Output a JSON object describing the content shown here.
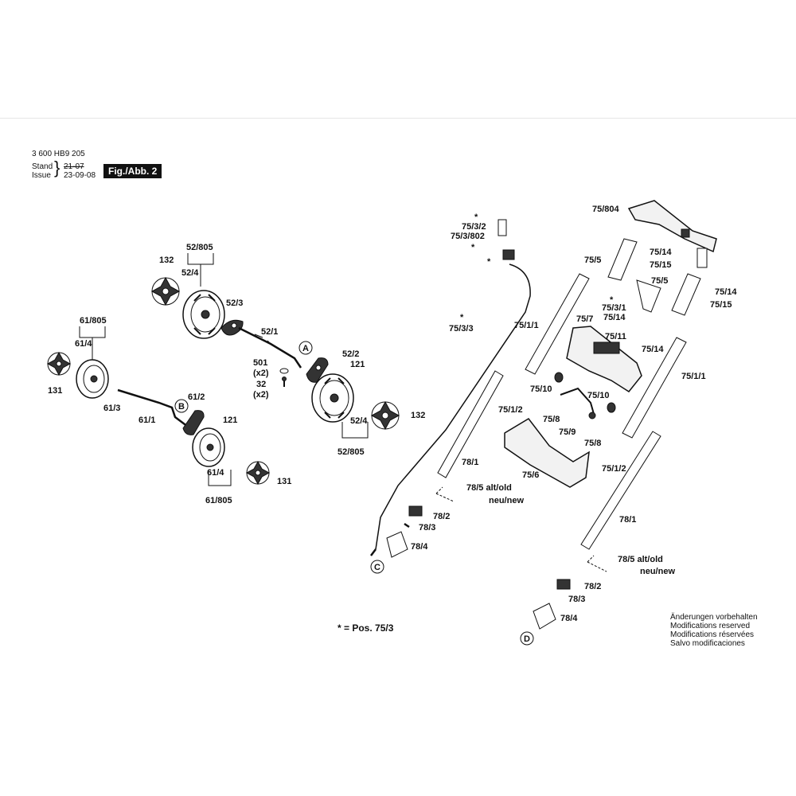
{
  "header": {
    "part_number": "3 600 HB9 205",
    "stand_label": "Stand",
    "issue_label": "Issue",
    "old_date": "21-07",
    "new_date": "23-09-08",
    "figure": "Fig./Abb. 2"
  },
  "labels": {
    "l132a": "132",
    "l52_805a": "52/805",
    "l52_4a": "52/4",
    "l52_3": "52/3",
    "l52_1": "52/1",
    "lA": "A",
    "l52_2": "52/2",
    "l121a": "121",
    "l501": "501",
    "lx2a": "(x2)",
    "l32": "32",
    "lx2b": "(x2)",
    "l52_4b": "52/4",
    "l132b": "132",
    "l52_805b": "52/805",
    "l61_805a": "61/805",
    "l61_4a": "61/4",
    "l131a": "131",
    "l61_3": "61/3",
    "l61_1": "61/1",
    "lB": "B",
    "l61_2": "61/2",
    "l121b": "121",
    "l61_4b": "61/4",
    "l131b": "131",
    "l61_805b": "61/805",
    "star1": "*",
    "l75_3_2": "75/3/2",
    "l75_3_802": "75/3/802",
    "star2": "*",
    "star3": "*",
    "l75_3_3": "75/3/3",
    "l75_1_1a": "75/1/1",
    "l75_1_2a": "75/1/2",
    "l78_1a": "78/1",
    "l78_5a": "78/5 alt/old",
    "l_neu_a": "neu/new",
    "l78_2a": "78/2",
    "l78_3a": "78/3",
    "l78_4a": "78/4",
    "lC": "C",
    "l75_804": "75/804",
    "l75_5a": "75/5",
    "l75_14a": "75/14",
    "l75_15a": "75/15",
    "l75_5b": "75/5",
    "l75_14b": "75/14",
    "l75_15b": "75/15",
    "star4": "*",
    "l75_3_1": "75/3/1",
    "l75_14c": "75/14",
    "l75_7": "75/7",
    "l75_11": "75/11",
    "l75_14d": "75/14",
    "l75_1_1b": "75/1/1",
    "l75_10a": "75/10",
    "l75_10b": "75/10",
    "l75_8a": "75/8",
    "l75_9": "75/9",
    "l75_8b": "75/8",
    "l75_6": "75/6",
    "l75_1_2b": "75/1/2",
    "l78_1b": "78/1",
    "l78_5b": "78/5 alt/old",
    "l_neu_b": "neu/new",
    "l78_2b": "78/2",
    "l78_3b": "78/3",
    "l78_4b": "78/4",
    "lD": "D",
    "pos_note": "* = Pos.  75/3"
  },
  "notes": [
    "Änderungen vorbehalten",
    "Modifications reserved",
    "Modifications réservées",
    "Salvo modificaciones"
  ],
  "colors": {
    "ink": "#111111",
    "fill_dark": "#333333",
    "fill_light": "#f2f2f2"
  }
}
